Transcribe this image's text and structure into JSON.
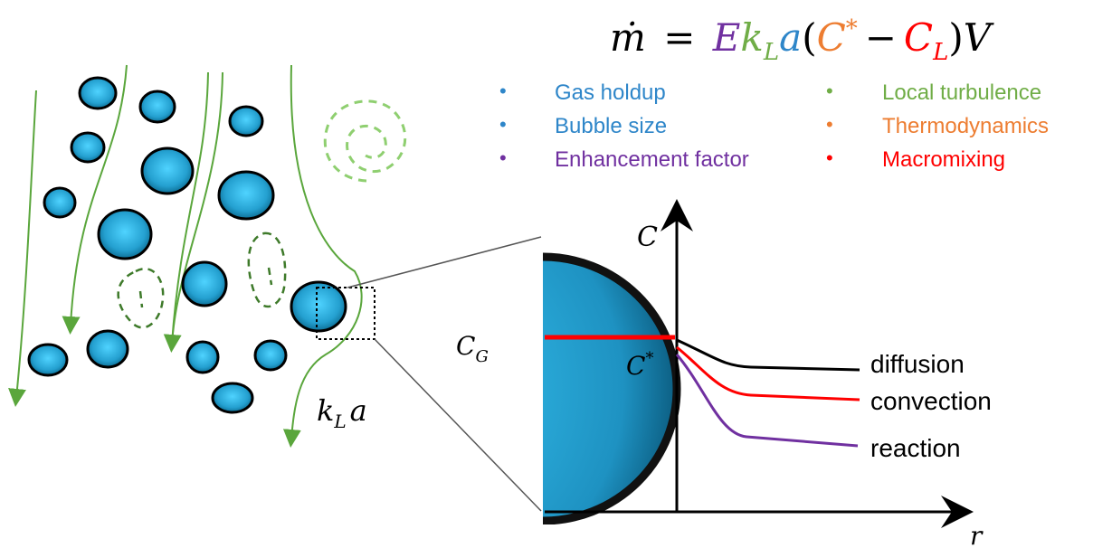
{
  "colors": {
    "stream": "#5aa63c",
    "eddy_light": "#8fcf70",
    "eddy_dark": "#3e7a2a",
    "bubble": "#2aa6d4",
    "blue_text": "#2e86c9",
    "purple": "#7030a0",
    "green": "#70ad47",
    "orange": "#ed7d31",
    "red": "#ff0000",
    "black": "#000000"
  },
  "equation": {
    "lhs": "ṁ",
    "eq": "=",
    "E": "E",
    "k": "k",
    "k_sub": "L",
    "a": "a",
    "open": "(",
    "Cstar": "C",
    "Cstar_sup": "*",
    "minus": "−",
    "CL": "C",
    "CL_sub": "L",
    "close": ")",
    "V": "V"
  },
  "factors": {
    "left": [
      "Gas holdup",
      "Bubble size",
      "Enhancement factor"
    ],
    "right": [
      "Local turbulence",
      "Thermodynamics",
      "Macromixing"
    ],
    "bullet": "•"
  },
  "labels": {
    "kLa_k": "k",
    "kLa_sub": "L",
    "kLa_a": "a",
    "C_axis": "C",
    "r_axis": "r",
    "CG": "C",
    "CG_sub": "G",
    "Cstar": "C",
    "Cstar_sup": "*"
  },
  "curves": {
    "diffusion": "diffusion",
    "convection": "convection",
    "reaction": "reaction"
  }
}
